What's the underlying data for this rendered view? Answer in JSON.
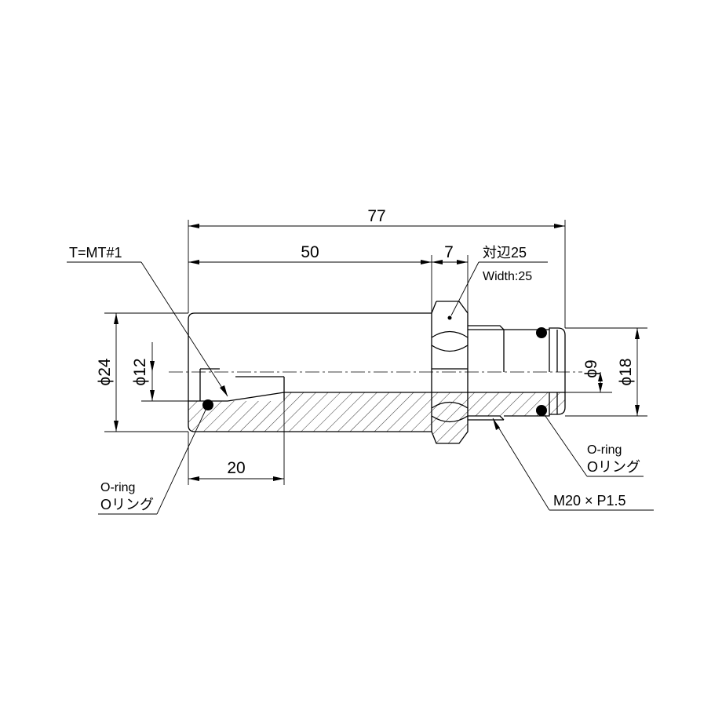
{
  "dimensions": {
    "overall_length": "77",
    "body_length": "50",
    "hex_length": "7",
    "taper_depth": "20",
    "outer_diameter": "ϕ24",
    "bore_diameter": "ϕ12",
    "pilot_diameter": "ϕ9",
    "oring_diameter": "ϕ18"
  },
  "notes": {
    "taper": "T=MT#1",
    "hex_jp": "対辺25",
    "hex_en": "Width:25",
    "oring_left_en": "O-ring",
    "oring_left_jp": "Oリング",
    "oring_right_en": "O-ring",
    "oring_right_jp": "Oリング",
    "thread": "M20 × P1.5"
  }
}
